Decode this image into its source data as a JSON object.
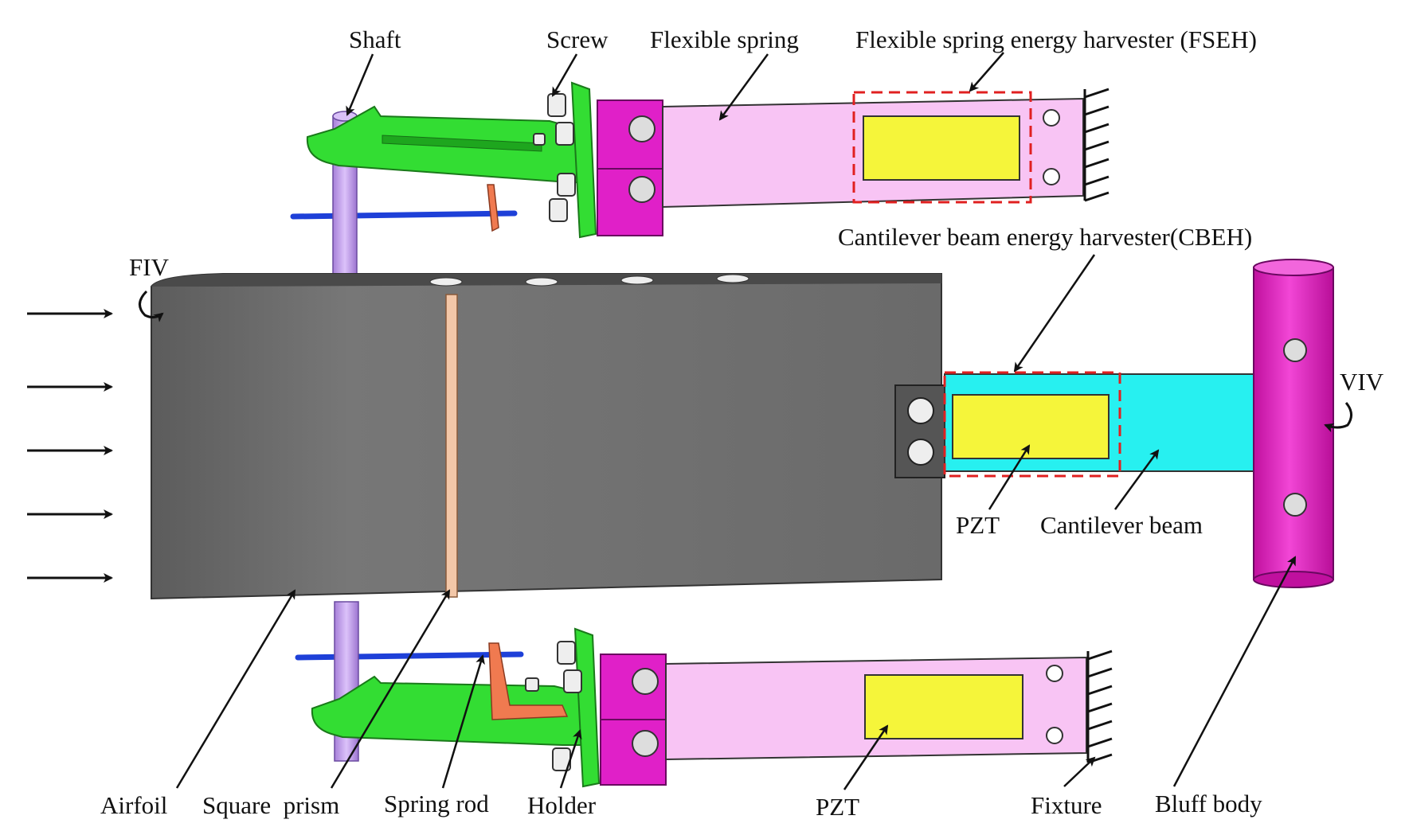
{
  "labels": {
    "shaft": "Shaft",
    "screw": "Screw",
    "flexible_spring": "Flexible spring",
    "fseh": "Flexible spring energy harvester (FSEH)",
    "cbeh": "Cantilever beam energy harvester(CBEH)",
    "fiv": "FIV",
    "viv": "VIV",
    "pzt_cantilever": "PZT",
    "cantilever_beam": "Cantilever beam",
    "airfoil": "Airfoil",
    "square_prism": "Square  prism",
    "spring_rod": "Spring rod",
    "holder": "Holder",
    "pzt_bottom": "PZT",
    "fixture": "Fixture",
    "bluff_body": "Bluff body"
  },
  "colors": {
    "airfoil": "#6b6b6b",
    "holder_green": "#33dd33",
    "clamp_magenta": "#e020c8",
    "spring_pink": "#f8c4f4",
    "pzt_yellow": "#f5f53a",
    "beam_cyan": "#27f0f0",
    "bluff_magenta": "#ee22cc",
    "shaft_lavender": "#c7a0f0",
    "rod_blue": "#1e40d8",
    "spring_rod_orange": "#f07a50",
    "dashed_red": "#e02020",
    "square_prism": "#f3c7a8"
  },
  "icons": {
    "flow_arrows": "right-arrow-icon",
    "rotation": "curved-rotation-arrow-icon",
    "fixture": "ground-hatch-icon",
    "bolt": "hex-bolt-icon",
    "screw_head": "socket-screw-icon"
  }
}
